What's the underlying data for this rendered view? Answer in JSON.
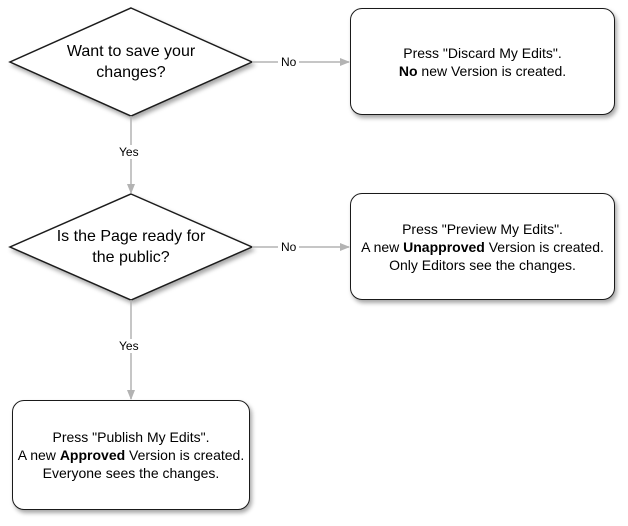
{
  "decisions": [
    {
      "line1": "Want to save your",
      "line2": "changes?"
    },
    {
      "line1": "Is the Page ready for",
      "line2": "the public?"
    }
  ],
  "outcomes": {
    "discard": {
      "line1": "Press \"Discard My Edits\".",
      "line2_bold": "No",
      "line2_rest": " new Version is created."
    },
    "preview": {
      "line1": "Press \"Preview My Edits\".",
      "line2_pre": "A new ",
      "line2_bold": "Unapproved",
      "line2_rest": " Version is created.",
      "line3": "Only Editors see the changes."
    },
    "publish": {
      "line1": "Press \"Publish My Edits\".",
      "line2_pre": "A new ",
      "line2_bold": "Approved",
      "line2_rest": " Version is created.",
      "line3": "Everyone sees the changes."
    }
  },
  "edge_labels": {
    "no1": "No",
    "yes1": "Yes",
    "no2": "No",
    "yes2": "Yes"
  },
  "colors": {
    "arrow": "#b3b3b3",
    "outline": "#1a1a1a"
  }
}
